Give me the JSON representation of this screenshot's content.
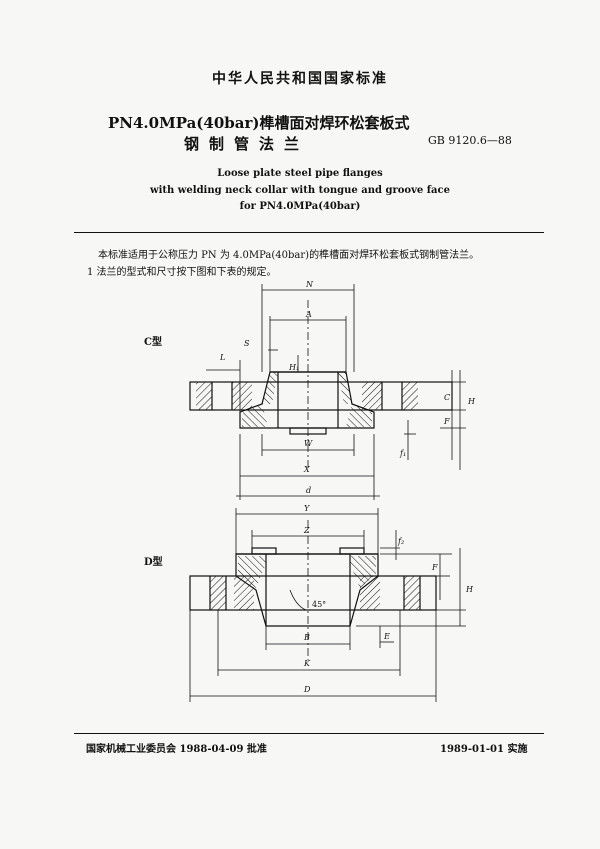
{
  "header": {
    "standard_org": "中华人民共和国国家标准",
    "title_cn_line1": "PN4.0MPa(40bar)榫槽面对焊环松套板式",
    "title_cn_line2": "钢制管法兰",
    "standard_code": "GB 9120.6—88",
    "title_en": [
      "Loose plate steel pipe flanges",
      "with welding neck collar with tongue and groove face",
      "for PN4.0MPa(40bar)"
    ]
  },
  "body": {
    "intro": "本标准适用于公称压力 PN 为 4.0MPa(40bar)的榫槽面对焊环松套板式钢制管法兰。",
    "clause_1": "1  法兰的型式和尺寸按下图和下表的规定。"
  },
  "figure": {
    "type_c_label": "C型",
    "type_d_label": "D型",
    "c_dims": {
      "N": "N",
      "A": "A",
      "S": "S",
      "L": "L",
      "H1": "H₁",
      "C": "C",
      "H": "H",
      "F": "F",
      "f1": "f₁",
      "W": "W",
      "X": "X",
      "d": "d"
    },
    "d_dims": {
      "Y": "Y",
      "Z": "Z",
      "f2": "f₂",
      "F": "F",
      "H": "H",
      "angle": "45°",
      "B": "B",
      "E": "E",
      "K": "K",
      "D": "D"
    }
  },
  "footer": {
    "approval": "国家机械工业委员会 1988-04-09 批准",
    "implementation": "1989-01-01 实施"
  },
  "colors": {
    "ink": "#111111",
    "paper": "#f7f7f5"
  }
}
